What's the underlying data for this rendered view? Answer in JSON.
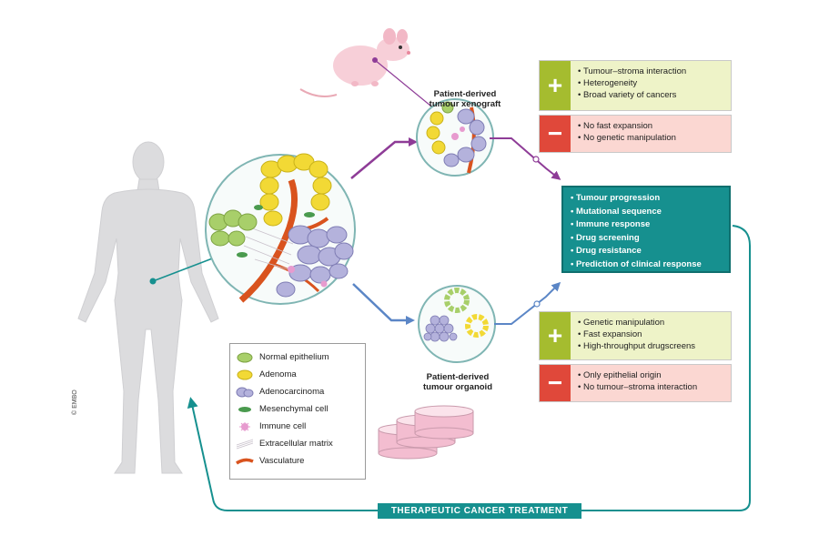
{
  "xenograft": {
    "title_line1": "Patient-derived",
    "title_line2": "tumour xenograft",
    "pros": [
      "Tumour–stroma interaction",
      "Heterogeneity",
      "Broad variety of cancers"
    ],
    "cons": [
      "No fast expansion",
      "No genetic manipulation"
    ]
  },
  "organoid": {
    "title_line1": "Patient-derived",
    "title_line2": "tumour organoid",
    "pros": [
      "Genetic manipulation",
      "Fast expansion",
      "High-throughput drugscreens"
    ],
    "cons": [
      "Only epithelial origin",
      "No tumour–stroma interaction"
    ]
  },
  "applications": [
    "Tumour progression",
    "Mutational sequence",
    "Immune response",
    "Drug screening",
    "Drug resistance",
    "Prediction of clinical response"
  ],
  "legend": [
    {
      "label": "Normal epithelium",
      "icon": "green-epithelium-swatch"
    },
    {
      "label": "Adenoma",
      "icon": "yellow-adenoma-swatch"
    },
    {
      "label": "Adenocarcinoma",
      "icon": "lavender-adenocarcinoma-swatch"
    },
    {
      "label": "Mesenchymal cell",
      "icon": "green-mesenchymal-cell"
    },
    {
      "label": "Immune cell",
      "icon": "pink-immune-cell"
    },
    {
      "label": "Extracellular matrix",
      "icon": "matrix-lines"
    },
    {
      "label": "Vasculature",
      "icon": "red-vessel"
    }
  ],
  "signs": {
    "plus": "+",
    "minus": "−"
  },
  "treatment_label": "THERAPEUTIC CANCER TREATMENT",
  "copyright": "© EMBO",
  "colors": {
    "teal": "#16908f",
    "purple_arrow": "#8e3c97",
    "blue_arrow": "#5b86c6",
    "pro_green": "#a5bc2f",
    "con_red": "#e0483a",
    "pro_bg": "#eef3c8",
    "con_bg": "#fbd7d2",
    "epithelium": "#a8cf6a",
    "adenoma": "#f2d935",
    "adenocarcinoma": "#b4b2dc",
    "vasculature": "#d9531e",
    "immune": "#e79bcf"
  }
}
